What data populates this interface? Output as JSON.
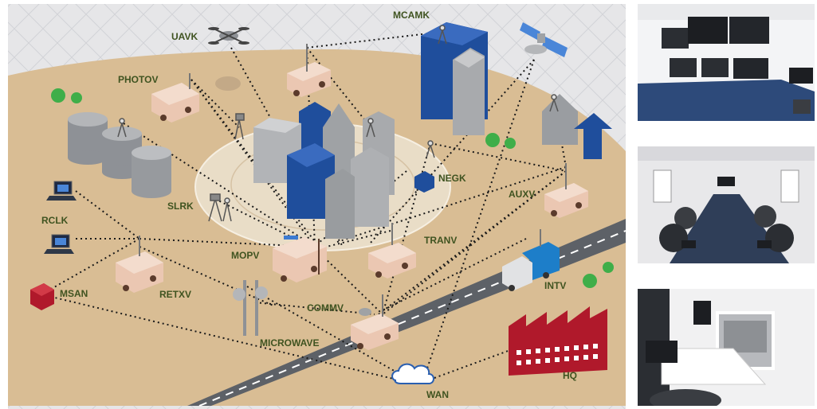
{
  "diagram": {
    "nodes": {
      "mcamk": "MCAMK",
      "uavk": "UAVK",
      "photov": "PHOTOV",
      "negk": "NEGK",
      "auxv": "AUXV",
      "rclk": "RCLK",
      "slrk": "SLRK",
      "tranv": "TRANV",
      "mopv": "MOPV",
      "msan": "MSAN",
      "retxv": "RETXV",
      "intv": "INTV",
      "commv": "COMMV",
      "microwave": "MICROWAVE",
      "wan": "WAN",
      "hq": "HQ"
    },
    "colors": {
      "ground": "#d9bd94",
      "sky": "#e4e4e6",
      "building_blue": "#1f4e9c",
      "building_gray": "#a8aaad",
      "hq_red": "#b0192b",
      "road": "#5c6066",
      "truck_tan": "#ebc7b2",
      "label": "#3f5320",
      "tree": "#3fae49"
    }
  },
  "photos": [
    {
      "icon": "control-room-monitors-image"
    },
    {
      "icon": "conference-room-image"
    },
    {
      "icon": "vehicle-interior-desk-image"
    }
  ]
}
